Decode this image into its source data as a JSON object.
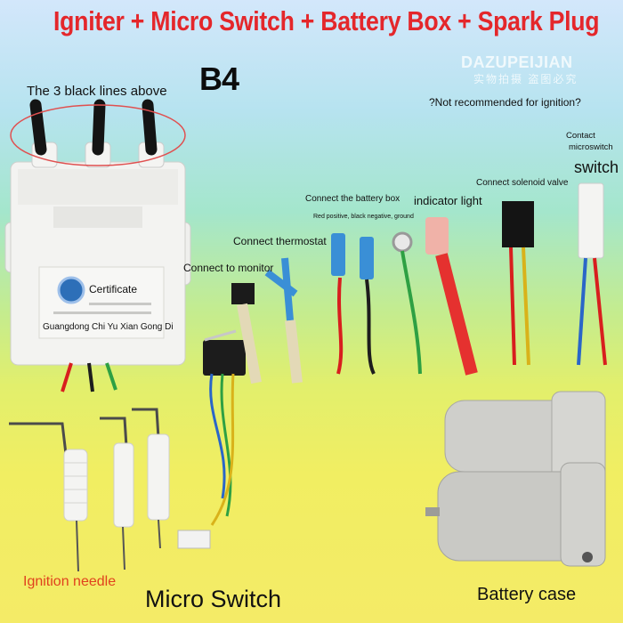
{
  "title": "Igniter + Micro Switch + Battery Box + Spark Plug",
  "model": "B4",
  "watermark": {
    "brand": "DAZUPEIJIAN",
    "sub": "实物拍摄 盗图必究"
  },
  "labels": {
    "three_lines": "The 3 black lines above",
    "not_recommended": "?Not recommended for ignition?",
    "contact_line1": "Contact",
    "contact_line2": "microswitch",
    "switch": "switch",
    "battery_box": "Connect the battery box",
    "red_positive": "Red positive, black negative, ground",
    "indicator": "indicator light",
    "solenoid": "Connect solenoid valve",
    "thermostat": "Connect thermostat",
    "monitor": "Connect to monitor",
    "certificate": "Certificate",
    "manufacturer": "Guangdong Chi Yu Xian Gong Di",
    "ignition_needle": "Ignition needle",
    "micro_switch": "Micro Switch",
    "battery_case": "Battery case"
  },
  "colors": {
    "title": "#e4272b",
    "needle_label": "#e0421e",
    "circle": "#e05050"
  }
}
